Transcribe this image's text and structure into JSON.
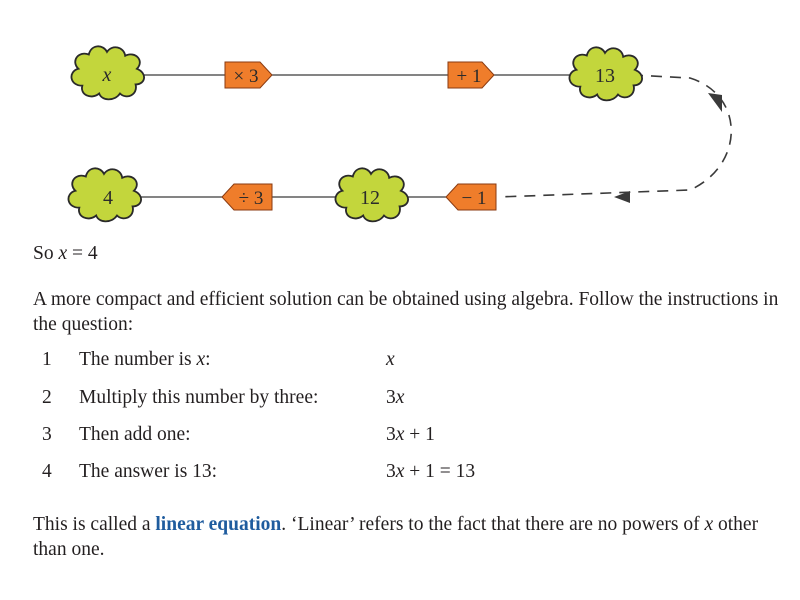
{
  "diagram": {
    "top_row": [
      {
        "kind": "value",
        "label": "x",
        "italic": true
      },
      {
        "kind": "operation",
        "label": "× 3"
      },
      {
        "kind": "operation",
        "label": "+ 1"
      },
      {
        "kind": "value",
        "label": "13"
      }
    ],
    "bottom_row": [
      {
        "kind": "value",
        "label": "4"
      },
      {
        "kind": "operation",
        "label": "÷ 3"
      },
      {
        "kind": "value",
        "label": "12"
      },
      {
        "kind": "operation",
        "label": "− 1"
      }
    ],
    "colors": {
      "blob_fill": "#c3d63c",
      "blob_stroke": "#2a2a2a",
      "operation_fill": "#ef7d2b",
      "line": "#3a3a3a"
    }
  },
  "conclusion": {
    "prefix": "So ",
    "variable": "x",
    "suffix": " = 4"
  },
  "intro_paragraph": "A more compact and efficient solution can be obtained using algebra. Follow the instructions in the question:",
  "steps": [
    {
      "num": "1",
      "text": "The number is ",
      "text_var": "x",
      "text_end": ":",
      "expr_var": "x",
      "expr_rest": ""
    },
    {
      "num": "2",
      "text": "Multiply this number by three:",
      "text_var": "",
      "text_end": "",
      "expr_pre": "3",
      "expr_var": "x",
      "expr_rest": ""
    },
    {
      "num": "3",
      "text": "Then add one:",
      "text_var": "",
      "text_end": "",
      "expr_pre": "3",
      "expr_var": "x",
      "expr_rest": " + 1"
    },
    {
      "num": "4",
      "text": "The answer is 13:",
      "text_var": "",
      "text_end": "",
      "expr_pre": "3",
      "expr_var": "x",
      "expr_rest": " + 1 = 13"
    }
  ],
  "closing": {
    "before_term": "This is called a ",
    "term": "linear equation",
    "after_term": ". ‘Linear’ refers to the fact that there are no powers of ",
    "variable": "x",
    "end": " other than one."
  }
}
